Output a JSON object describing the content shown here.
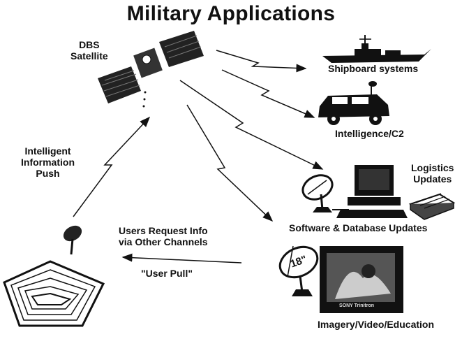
{
  "title": "Military Applications",
  "labels": {
    "satellite": "DBS\nSatellite",
    "shipboard": "Shipboard systems",
    "intelligence": "Intelligence/C2",
    "logistics": "Logistics\nUpdates",
    "software": "Software & Database Updates",
    "push": "Intelligent\nInformation\nPush",
    "request": "Users Request Info\nvia Other Channels",
    "pull": "\"User Pull\"",
    "imagery": "Imagery/Video/Education",
    "dish_size": "18\"",
    "monitor_brand": "SONY Trinitron"
  },
  "icons": [
    "satellite-icon",
    "ship-icon",
    "humvee-icon",
    "satellite-dish-icon",
    "computer-icon",
    "disk-drives-icon",
    "television-icon",
    "pentagon-icon"
  ]
}
